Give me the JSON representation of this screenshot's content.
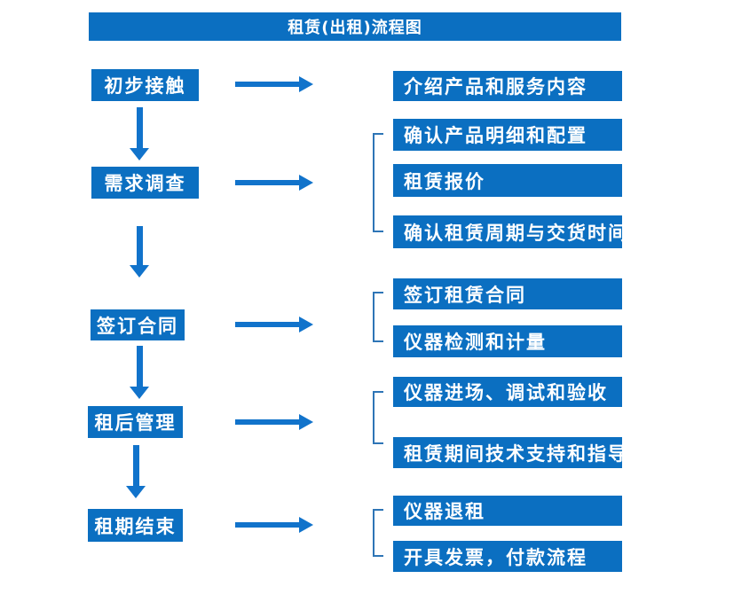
{
  "title": "租赁(出租)流程图",
  "colors": {
    "box_blue": "#0b6fc1",
    "arrow_blue": "#1173cb",
    "bracket_blue": "#2e75b6",
    "text": "#ffffff",
    "background": "#ffffff"
  },
  "rows": [
    {
      "step": "初步接触",
      "outputs": [
        "介绍产品和服务内容"
      ]
    },
    {
      "step": "需求调查",
      "outputs": [
        "确认产品明细和配置",
        "租赁报价",
        "确认租赁周期与交货时间"
      ]
    },
    {
      "step": "签订合同",
      "outputs": [
        "签订租赁合同",
        "仪器检测和计量"
      ]
    },
    {
      "step": "租后管理",
      "outputs": [
        "仪器进场、调试和验收",
        "租赁期间技术支持和指导"
      ]
    },
    {
      "step": "租期结束",
      "outputs": [
        "仪器退租",
        "开具发票，付款流程"
      ]
    }
  ]
}
